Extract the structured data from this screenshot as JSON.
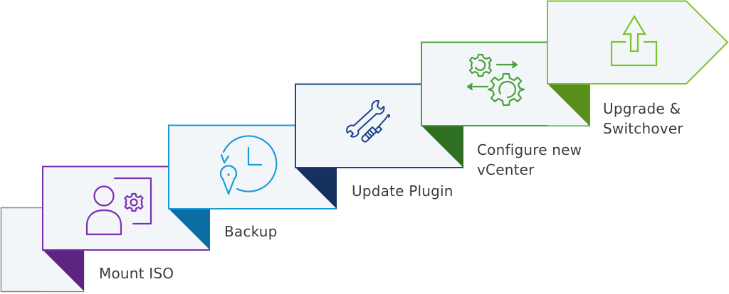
{
  "diagram": {
    "title": "vCenter upgrade steps",
    "steps": [
      {
        "id": "start",
        "label_lines": [],
        "color": "#8a8a8a",
        "fold_color": "#8a8a8a",
        "icon": "none"
      },
      {
        "id": "mount-iso",
        "label_lines": [
          "Mount ISO"
        ],
        "color": "#7b2fb1",
        "fold_color": "#5e2482",
        "icon": "user-gear-icon"
      },
      {
        "id": "backup",
        "label_lines": [
          "Backup"
        ],
        "color": "#1a9ad9",
        "fold_color": "#0a6ea4",
        "icon": "clock-location-icon"
      },
      {
        "id": "update-plugin",
        "label_lines": [
          "Update Plugin"
        ],
        "color": "#1d428a",
        "fold_color": "#17315f",
        "icon": "wrench-screwdriver-icon"
      },
      {
        "id": "configure-vcenter",
        "label_lines": [
          "Configure new",
          "vCenter"
        ],
        "color": "#4aa23a",
        "fold_color": "#2f6f24",
        "icon": "gears-sync-icon"
      },
      {
        "id": "upgrade-switchover",
        "label_lines": [
          "Upgrade &",
          "Switchover"
        ],
        "color": "#7bc42f",
        "fold_color": "#5a8f1c",
        "icon": "upload-icon"
      }
    ],
    "card_fill": "#f3f6f9",
    "text_color": "#3a3a3a"
  }
}
